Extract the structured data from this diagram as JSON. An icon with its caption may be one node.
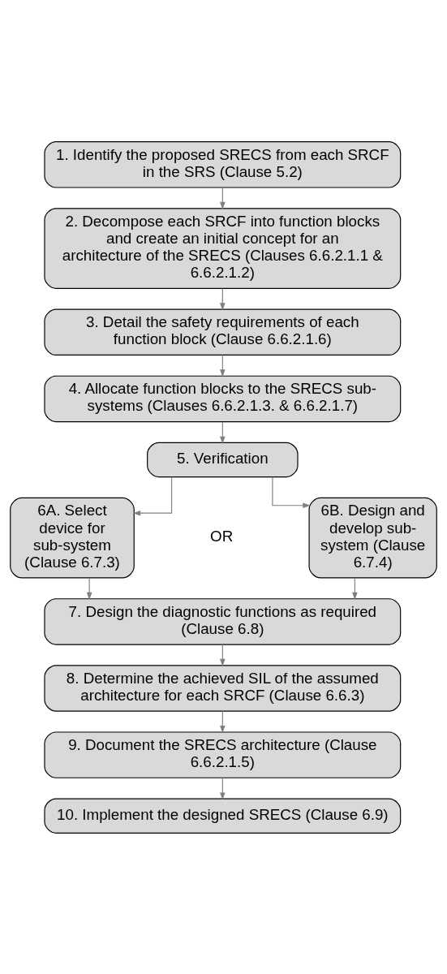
{
  "diagram": {
    "nodes": [
      {
        "text": [
          "1. Identify the proposed SRECS from each SRCF in the SRS (Clause 5.2)"
        ]
      },
      {
        "text": [
          "2. Decompose each SRCF into function blocks and create an initial concept for an architecture of the SRECS (Clauses 6.6.2.1.1 & 6.6.2.1.2)"
        ]
      },
      {
        "text": [
          "3. Detail the safety requirements of each function block (Clause 6.6.2.1.6)"
        ]
      },
      {
        "text": [
          "4. Allocate function blocks to the SRECS sub-systems (Clauses 6.6.2.1.3. & 6.6.2.1.7)"
        ]
      },
      {
        "text": [
          "5. Verification"
        ]
      },
      {
        "text": [
          "6A. Select device for sub-system (Clause 6.7.3)"
        ]
      },
      {
        "text": [
          "6B. Design and develop sub-system (Clause 6.7.4)"
        ]
      },
      {
        "text": [
          "7. Design the diagnostic functions as required (Clause 6.8)"
        ]
      },
      {
        "text": [
          "8. Determine the achieved SIL of the assumed architecture for each SRCF (Clause 6.6.3)"
        ]
      },
      {
        "text": [
          "9. Document the SRECS architecture (Clause 6.6.2.1.5)"
        ]
      },
      {
        "text": [
          "10. Implement the designed SRECS (Clause 6.9)"
        ]
      }
    ],
    "edges": [
      {
        "from": 0,
        "to": 1,
        "arrow": "to"
      },
      {
        "from": 1,
        "to": 2,
        "arrow": "to"
      },
      {
        "from": 2,
        "to": 3,
        "arrow": "to"
      },
      {
        "from": 3,
        "to": 4,
        "arrow": "to"
      },
      {
        "from": 4,
        "to": 5,
        "arrow": "to"
      },
      {
        "from": 4,
        "to": 6,
        "arrow": "to"
      },
      {
        "from": 5,
        "to": 7,
        "arrow": "to"
      },
      {
        "from": 6,
        "to": 7,
        "arrow": "to"
      },
      {
        "from": 7,
        "to": 8,
        "arrow": "to"
      },
      {
        "from": 8,
        "to": 9,
        "arrow": "to"
      },
      {
        "from": 9,
        "to": 10,
        "arrow": "to"
      }
    ],
    "labels": [
      "OR"
    ]
  }
}
